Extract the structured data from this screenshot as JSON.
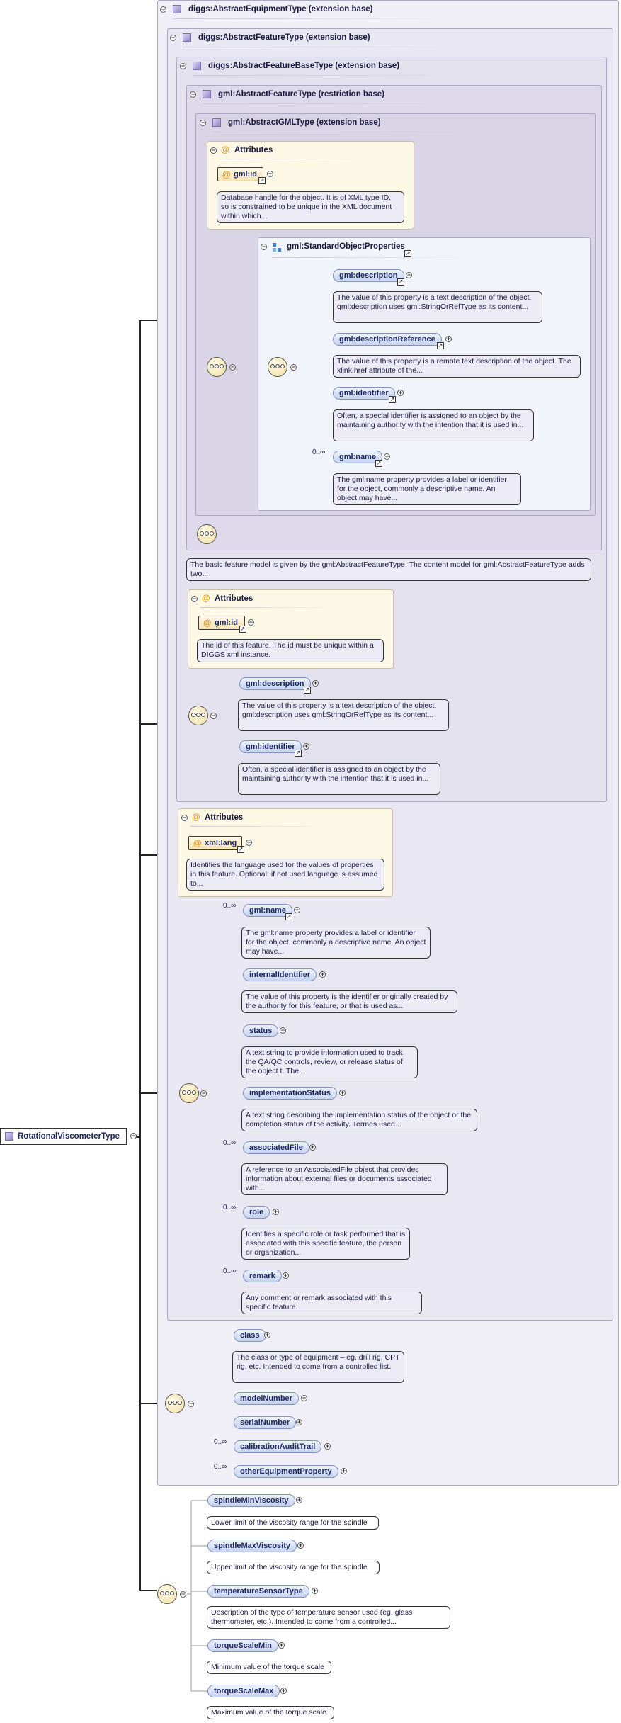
{
  "root": {
    "name": "RotationalViscometerType"
  },
  "bases": {
    "equipment": "diggs:AbstractEquipmentType (extension base)",
    "feature": "diggs:AbstractFeatureType (extension base)",
    "feature_base": "diggs:AbstractFeatureBaseType (extension base)",
    "gml_feature": "gml:AbstractFeatureType (restriction base)",
    "gml_base": "gml:AbstractGMLType (extension base)"
  },
  "gml_attributes": {
    "header": "Attributes",
    "id_label": "gml:id",
    "id_doc": "Database handle for the object. It is of XML type ID, so is constrained to be unique in the XML document within which..."
  },
  "std_props": {
    "title": "gml:StandardObjectProperties",
    "items": [
      {
        "name": "gml:description",
        "mult": "",
        "doc": "The value of this property is a text description of the object. gml:description uses gml:StringOrRefType as its content..."
      },
      {
        "name": "gml:descriptionReference",
        "mult": "",
        "doc": "The value of this property is a remote text description of the object. The xlink:href attribute of the..."
      },
      {
        "name": "gml:identifier",
        "mult": "",
        "doc": "Often, a special identifier is assigned to an object by the maintaining authority with the intention that it is used in..."
      },
      {
        "name": "gml:name",
        "mult": "0..∞",
        "doc": "The gml:name property provides a label or identifier for the object, commonly a descriptive name. An object may have..."
      }
    ]
  },
  "feature_doc": "The basic feature model is given by the gml:AbstractFeatureType. The content model for gml:AbstractFeatureType adds two...",
  "feature_base_attributes": {
    "header": "Attributes",
    "id_label": "gml:id",
    "id_doc": "The id of this feature. The id must be unique within a DIGGS xml instance."
  },
  "feature_base_seq": [
    {
      "name": "gml:description",
      "doc": "The value of this property is a text description of the object. gml:description uses gml:StringOrRefType as its content..."
    },
    {
      "name": "gml:identifier",
      "doc": "Often, a special identifier is assigned to an object by the maintaining authority with the intention that it is used in..."
    }
  ],
  "feature_attributes": {
    "header": "Attributes",
    "lang_label": "xml:lang",
    "lang_doc": "Identifies the language used for the values of properties in this feature. Optional; if not used language is assumed to..."
  },
  "feature_seq": [
    {
      "name": "gml:name",
      "mult": "0..∞",
      "doc": "The gml:name property provides a label or identifier for the object, commonly a descriptive name. An object may have..."
    },
    {
      "name": "internalIdentifier",
      "mult": "",
      "doc": "The value of this property is the identifier originally created by the authority for this feature, or that is used as..."
    },
    {
      "name": "status",
      "mult": "",
      "doc": "A text string to provide information used to track the QA/QC controls, review, or release status of the object t. The..."
    },
    {
      "name": "implementationStatus",
      "mult": "",
      "doc": "A text string describing the implementation status of the object or the completion status of the activity. Termes used..."
    },
    {
      "name": "associatedFile",
      "mult": "0..∞",
      "doc": "A reference to an AssociatedFile object that provides information about external files or documents associated with..."
    },
    {
      "name": "role",
      "mult": "0..∞",
      "doc": "Identifies a specific role or task performed that is associated with this specific feature, the person or organization..."
    },
    {
      "name": "remark",
      "mult": "0..∞",
      "doc": "Any comment or remark associated with this specific feature."
    }
  ],
  "equipment_seq": [
    {
      "name": "class",
      "mult": "",
      "doc": "The class or type of equipment – eg. drill rig, CPT rig, etc. Intended to come from a controlled list."
    },
    {
      "name": "modelNumber",
      "mult": "",
      "doc": ""
    },
    {
      "name": "serialNumber",
      "mult": "",
      "doc": ""
    },
    {
      "name": "calibrationAuditTrail",
      "mult": "0..∞",
      "doc": ""
    },
    {
      "name": "otherEquipmentProperty",
      "mult": "0..∞",
      "doc": ""
    }
  ],
  "viscometer_seq": [
    {
      "name": "spindleMinViscosity",
      "doc": "Lower limit of the viscosity range for the spindle"
    },
    {
      "name": "spindleMaxViscosity",
      "doc": "Upper limit of the viscosity range for the spindle"
    },
    {
      "name": "temperatureSensorType",
      "doc": "Description of the type of temperature sensor used (eg. glass thermometer, etc.). Intended to come from a controlled..."
    },
    {
      "name": "torqueScaleMin",
      "doc": "Minimum value of the torque scale"
    },
    {
      "name": "torqueScaleMax",
      "doc": "Maximum value of the torque scale"
    }
  ],
  "colors": {
    "element_fill": "#c6d3ee",
    "attribute_fill": "#f7e2b2",
    "attribute_icon": "#e59a1c",
    "doc_fill": "#eceaf4"
  }
}
